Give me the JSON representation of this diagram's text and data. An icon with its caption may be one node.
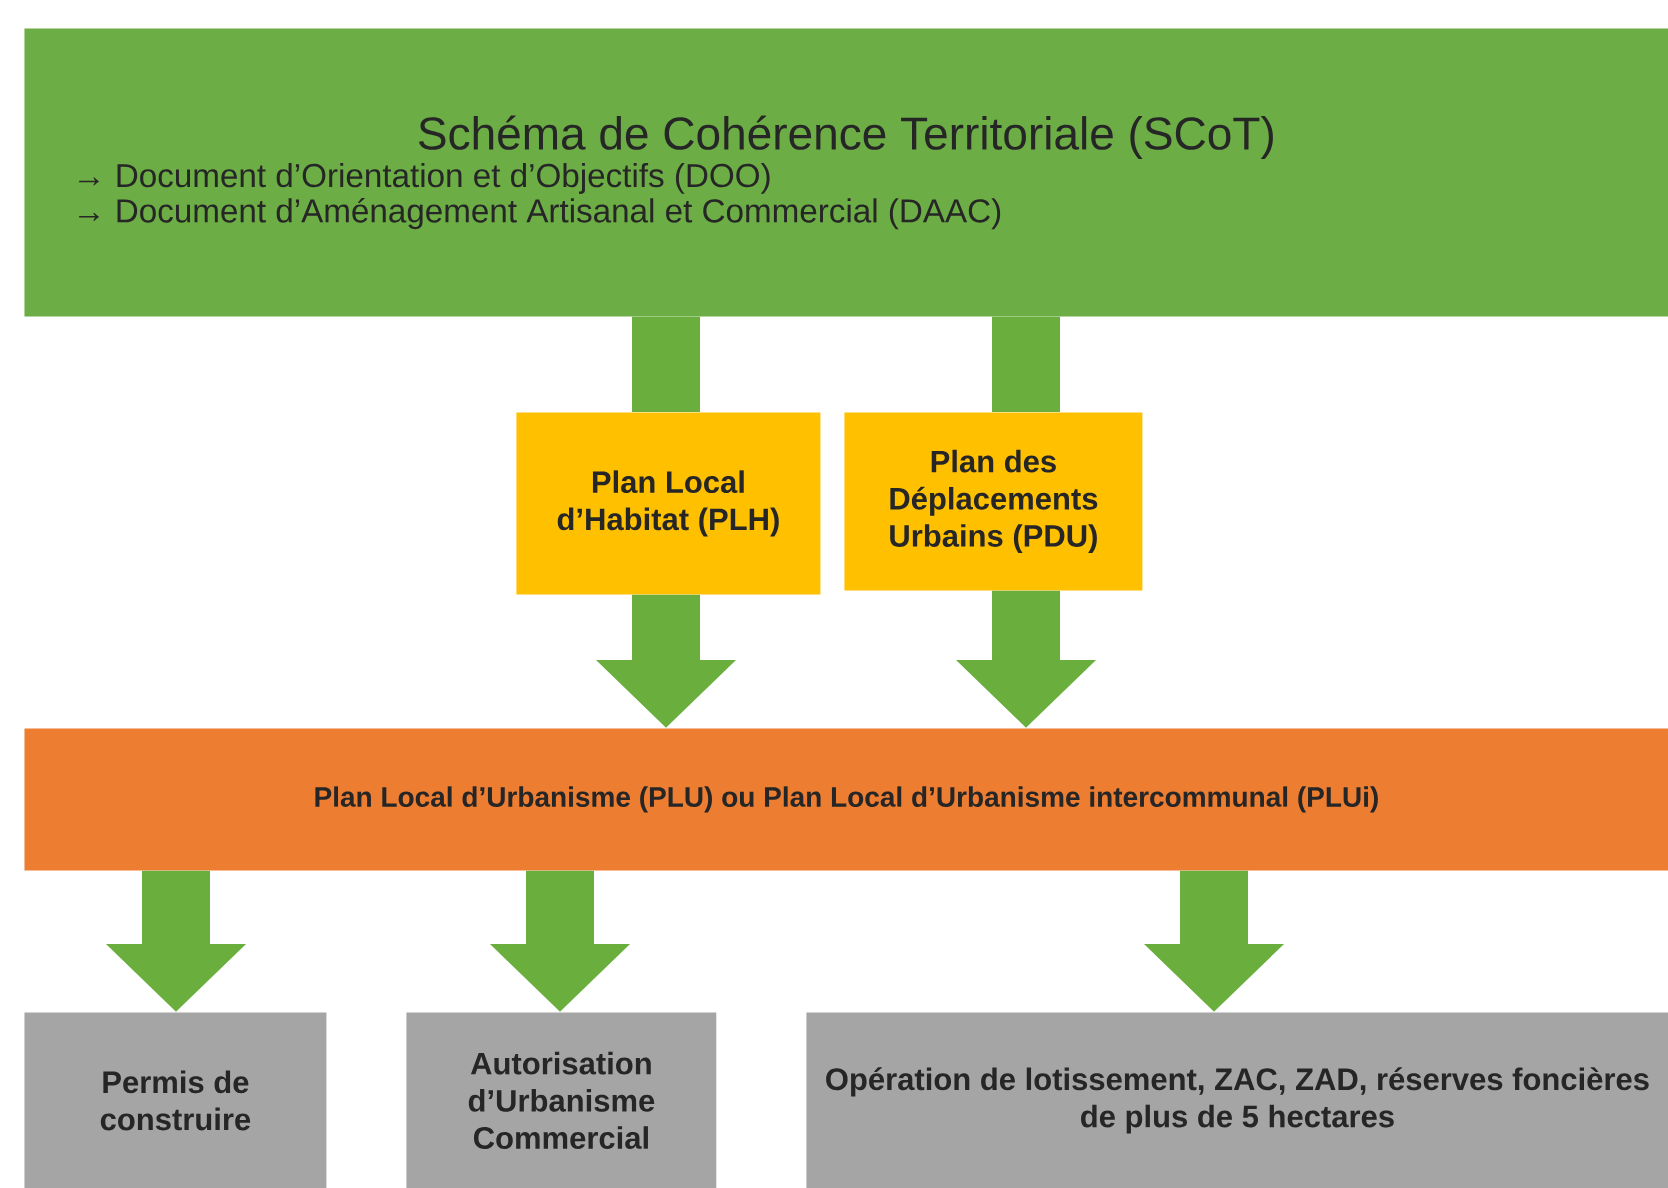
{
  "diagram": {
    "nodes": [
      {
        "text": [
          "Schéma de Cohérence Territoriale (SCoT)",
          "→ Document d’Orientation et d’Objectifs (DOO)",
          "→ Document d’Aménagement Artisanal et Commercial (DAAC)"
        ]
      },
      {
        "text": [
          "Plan Local d’Habitat (PLH)"
        ]
      },
      {
        "text": [
          "Plan des Déplacements Urbains (PDU)"
        ]
      },
      {
        "text": [
          "Plan Local d’Urbanisme (PLU) ou Plan Local d’Urbanisme intercommunal (PLUi)"
        ]
      },
      {
        "text": [
          "Permis de construire"
        ]
      },
      {
        "text": [
          "Autorisation d’Urbanisme Commercial"
        ]
      },
      {
        "text": [
          "Opération de lotissement, ZAC, ZAD, réserves foncières de plus de 5 hectares"
        ]
      }
    ],
    "edges": [
      {
        "from": 0,
        "to": 1,
        "arrow": "none"
      },
      {
        "from": 1,
        "to": 3,
        "arrow": "to"
      },
      {
        "from": 0,
        "to": 2,
        "arrow": "none"
      },
      {
        "from": 2,
        "to": 3,
        "arrow": "to"
      },
      {
        "from": 3,
        "to": 4,
        "arrow": "to"
      },
      {
        "from": 3,
        "to": 5,
        "arrow": "to"
      },
      {
        "from": 3,
        "to": 6,
        "arrow": "to"
      }
    ]
  }
}
